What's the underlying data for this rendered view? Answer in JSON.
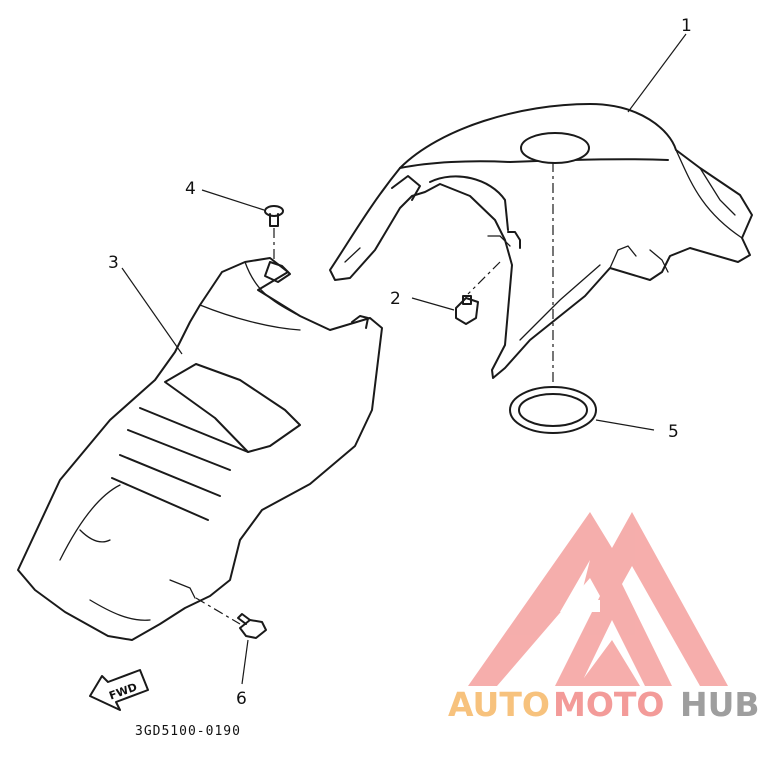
{
  "callouts": {
    "c1": "1",
    "c2": "2",
    "c3": "3",
    "c4": "4",
    "c5": "5",
    "c6": "6"
  },
  "fwd_arrow": {
    "label": "FWD"
  },
  "drawing_code": "3GD5100-0190",
  "watermark": {
    "part1": "AUTO",
    "part2": "MOTO",
    "part3": "HUB",
    "color_part1": "#f7c27d",
    "color_part2": "#f39b99",
    "color_part3": "#9e9e9e",
    "logo_color": "#f4a09e"
  }
}
